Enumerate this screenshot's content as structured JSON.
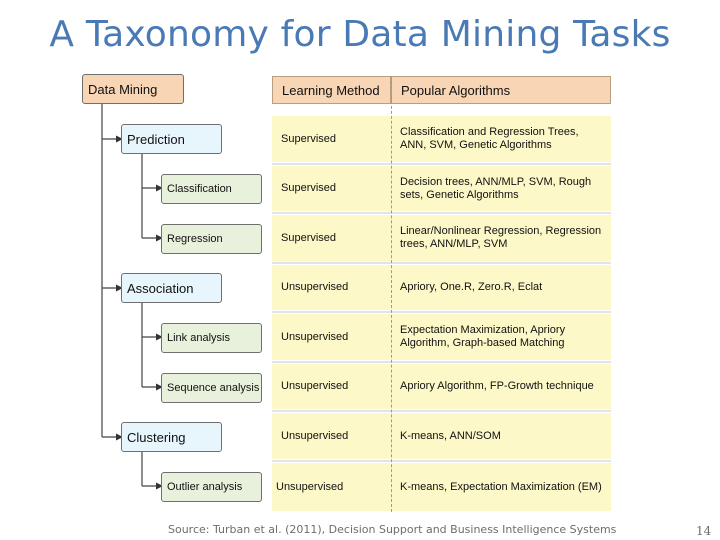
{
  "title": "A Taxonomy for Data Mining Tasks",
  "tree": {
    "root": "Data Mining",
    "prediction": "Prediction",
    "classification": "Classification",
    "regression": "Regression",
    "association": "Association",
    "link_analysis": "Link analysis",
    "sequence_analysis": "Sequence analysis",
    "clustering": "Clustering",
    "outlier_analysis": "Outlier analysis"
  },
  "table": {
    "headers": [
      "Learning Method",
      "Popular Algorithms"
    ],
    "rows": [
      {
        "method": "Supervised",
        "algorithms": "Classification and Regression Trees, ANN, SVM, Genetic Algorithms"
      },
      {
        "method": "Supervised",
        "algorithms": "Decision trees, ANN/MLP, SVM, Rough sets, Genetic Algorithms"
      },
      {
        "method": "Supervised",
        "algorithms": "Linear/Nonlinear Regression, Regression trees, ANN/MLP, SVM"
      },
      {
        "method": "Unsupervised",
        "algorithms": "Apriory, One.R, Zero.R, Eclat"
      },
      {
        "method": "Unsupervised",
        "algorithms": "Expectation Maximization, Apriory Algorithm, Graph-based Matching"
      },
      {
        "method": "Unsupervised",
        "algorithms": "Apriory Algorithm, FP-Growth technique"
      },
      {
        "method": "Unsupervised",
        "algorithms": "K-means, ANN/SOM"
      },
      {
        "method": "Unsupervised",
        "algorithms": "K-means, Expectation Maximization (EM)"
      }
    ]
  },
  "footer": {
    "source": "Source:  Turban et al. (2011), Decision Support and Business Intelligence Systems",
    "page_number": "14"
  },
  "colors": {
    "title": "#4a7ab5",
    "header_fill": "#f8d5b5",
    "cell_fill": "#fdf8c8",
    "level1_fill": "#e6f6fc",
    "level2_fill": "#e8f1dc"
  }
}
